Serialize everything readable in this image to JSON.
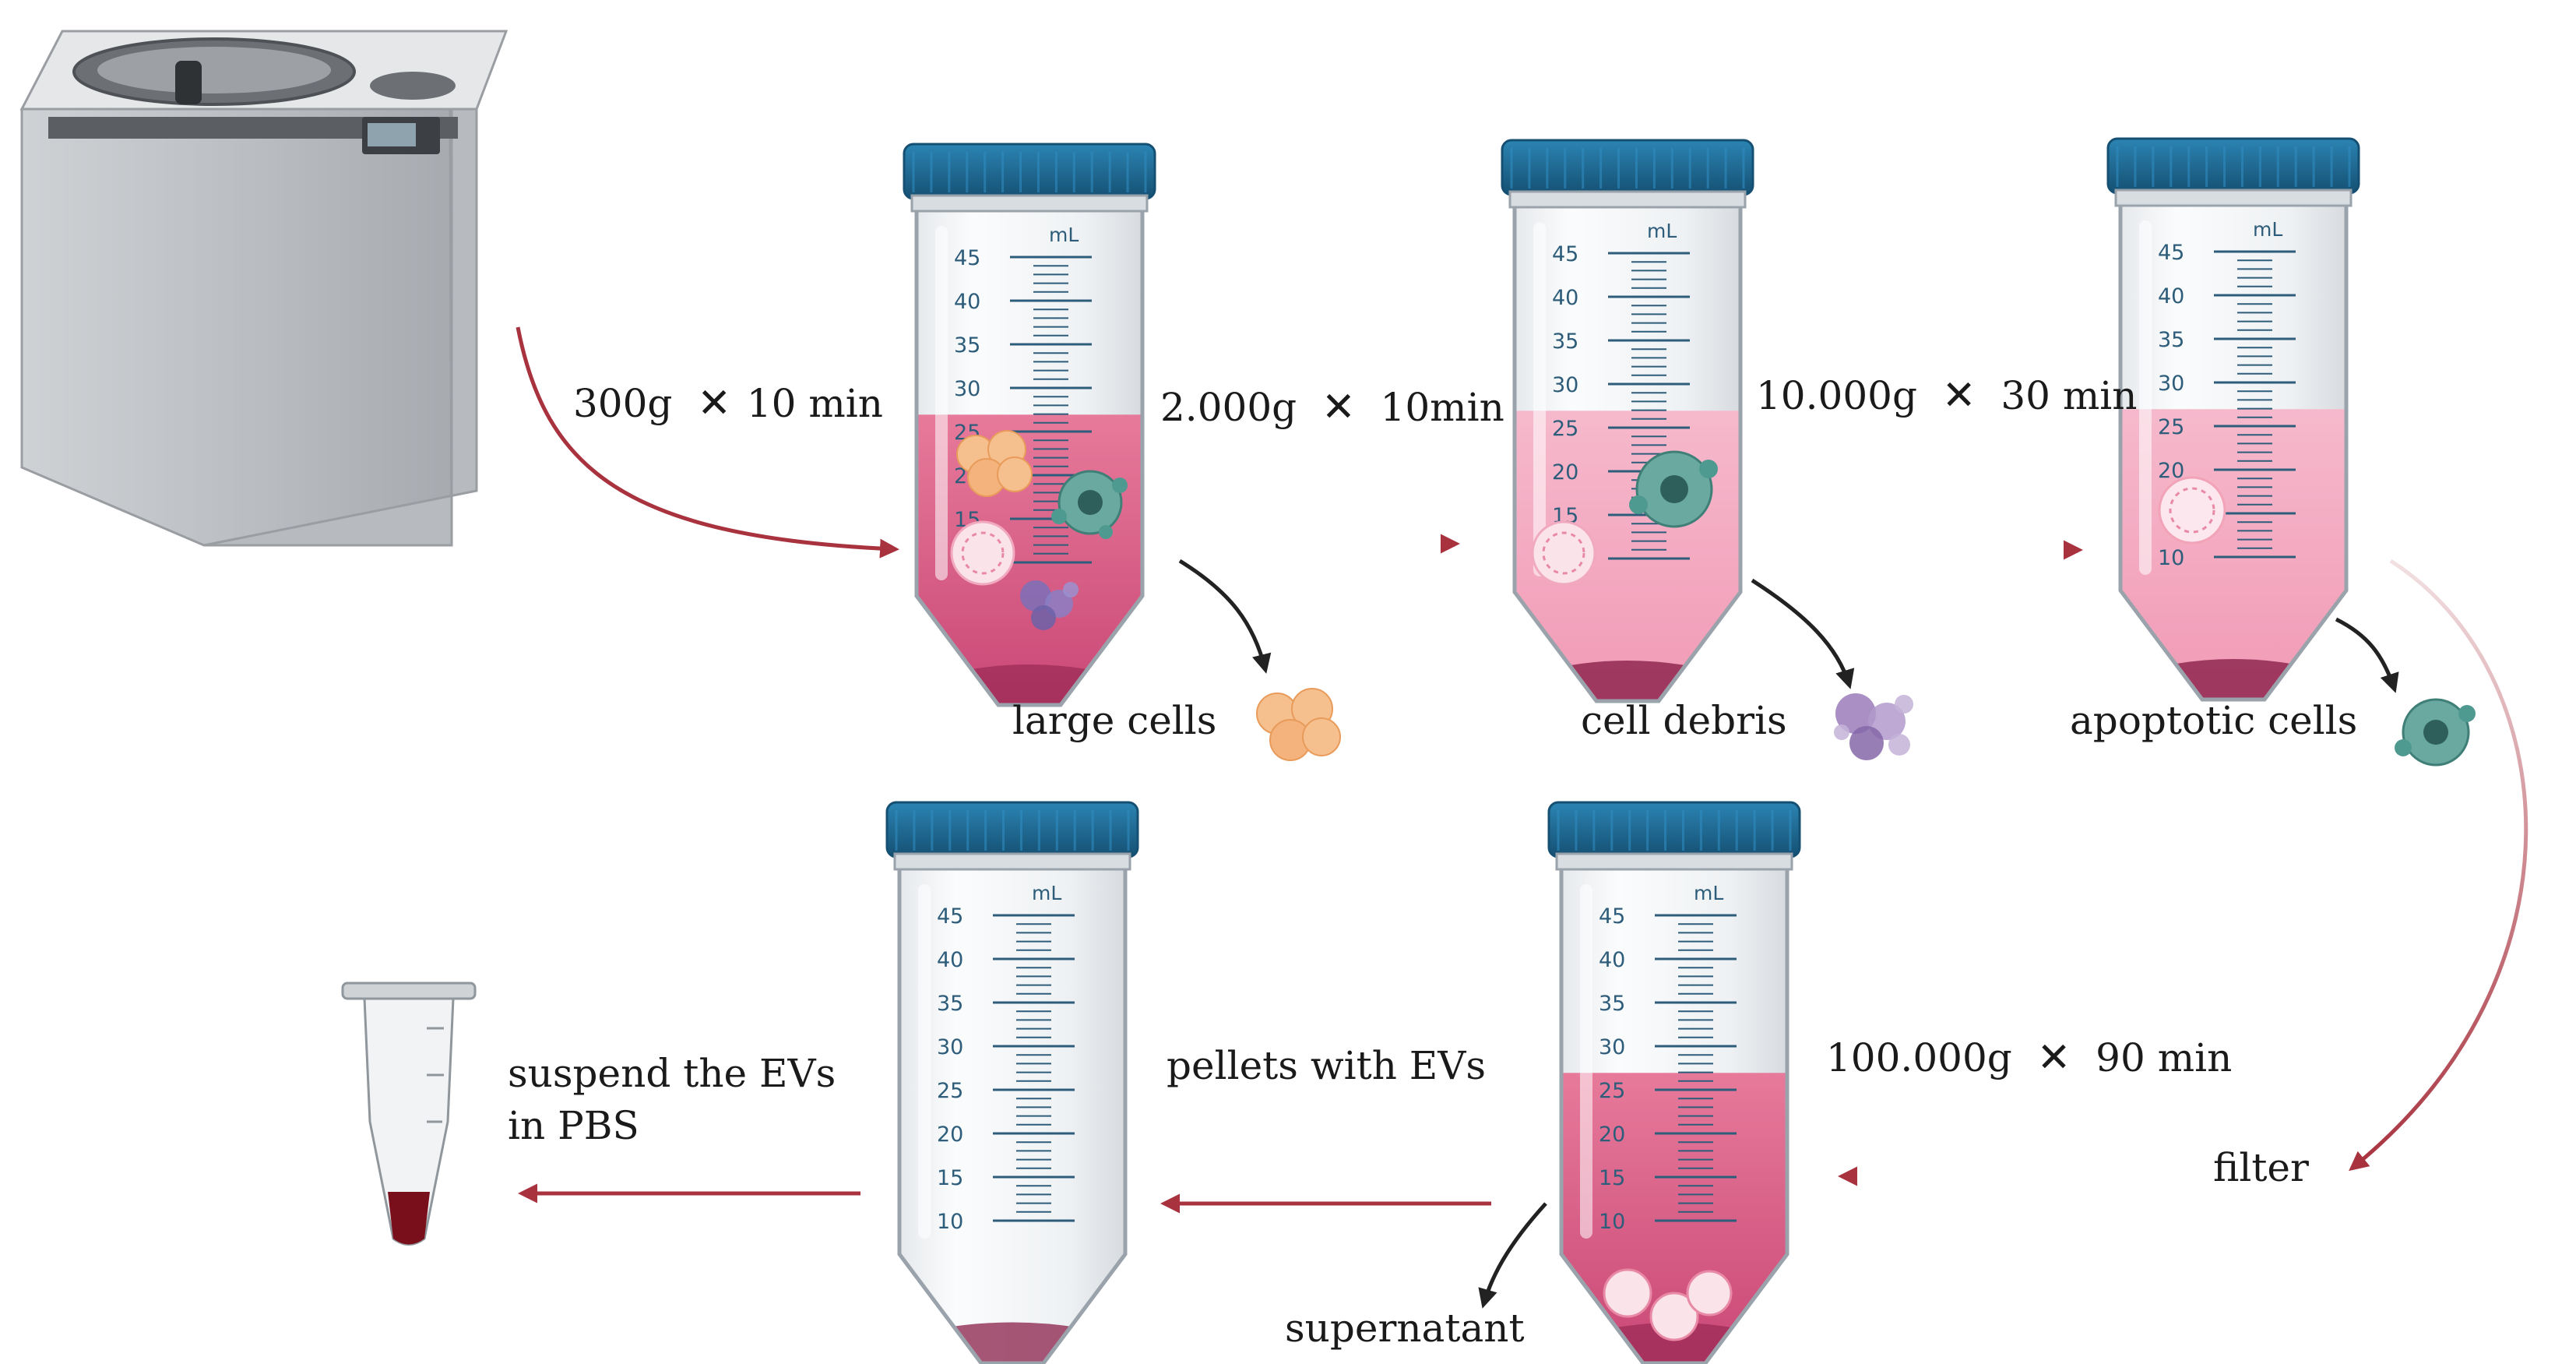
{
  "colors": {
    "cap": "#1f6f9a",
    "cap_dark": "#155073",
    "tube_outline": "#9aa3ab",
    "tick": "#2d5d7a",
    "arrow_red": "#a8323e",
    "arrow_black": "#222222",
    "liquid_dark": "#d85c82",
    "liquid_light": "#f2a8c0",
    "pellet": "#8a1f48",
    "eppendorf_blood": "#7a0f1c",
    "large_cell": "#f2b078",
    "debris": "#9a7bb8",
    "apoptotic": "#4f9a90"
  },
  "icons": [
    "centrifuge-icon",
    "conical-tube-icon",
    "eppendorf-tube-icon",
    "large-cells-icon",
    "cell-debris-icon",
    "apoptotic-cells-icon",
    "ev-pellet-icon"
  ],
  "tubes": [
    {
      "id": "tube-1",
      "scale_unit": "mL",
      "scale_marks": [
        "45",
        "40",
        "35",
        "30",
        "25",
        "20",
        "15",
        "10"
      ],
      "fill_level": 25,
      "liquid": "dark"
    },
    {
      "id": "tube-2",
      "scale_unit": "mL",
      "scale_marks": [
        "45",
        "40",
        "35",
        "30",
        "25",
        "20",
        "15",
        "10"
      ],
      "fill_level": 25,
      "liquid": "light"
    },
    {
      "id": "tube-3",
      "scale_unit": "mL",
      "scale_marks": [
        "45",
        "40",
        "35",
        "30",
        "25",
        "20",
        "15",
        "10"
      ],
      "fill_level": 25,
      "liquid": "light"
    },
    {
      "id": "tube-4",
      "scale_unit": "mL",
      "scale_marks": [
        "45",
        "40",
        "35",
        "30",
        "25",
        "20",
        "15",
        "10"
      ],
      "fill_level": 25,
      "liquid": "dark"
    },
    {
      "id": "tube-5",
      "scale_unit": "mL",
      "scale_marks": [
        "45",
        "40",
        "35",
        "30",
        "25",
        "20",
        "15",
        "10"
      ],
      "fill_level": 0,
      "liquid": "none"
    }
  ],
  "steps": {
    "step1": {
      "g_force": "300g",
      "times": "✕",
      "duration": "10 min"
    },
    "step2": {
      "g_force": "2.000g",
      "times": "✕",
      "duration": "10min"
    },
    "step3": {
      "g_force": "10.000g",
      "times": "✕",
      "duration": "30 min"
    },
    "step4": {
      "g_force": "100.000g",
      "times": "✕",
      "duration": "90 min"
    }
  },
  "labels": {
    "large_cells": "large cells",
    "cell_debris": "cell debris",
    "apoptotic_cells": "apoptotic cells",
    "filter": "filter",
    "supernatant": "supernatant",
    "pellets": "pellets with EVs",
    "suspend_line1": "suspend the EVs",
    "suspend_line2": "in PBS"
  }
}
